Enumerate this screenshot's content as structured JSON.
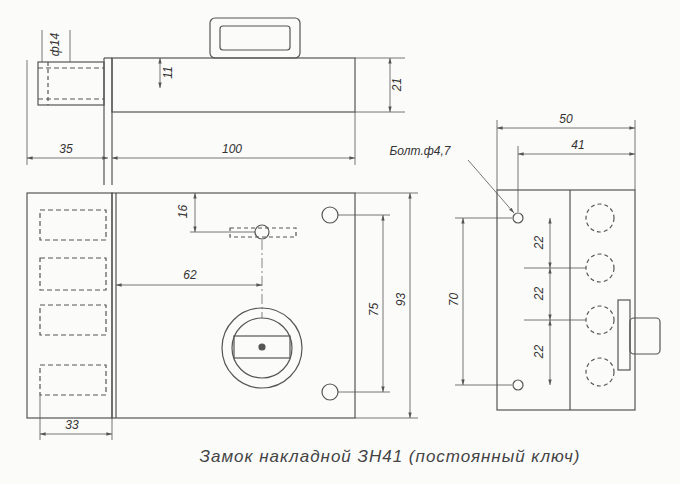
{
  "diagram": {
    "caption": "Замок накладной ЗН41 (постоянный ключ)",
    "labels": [
      "ф14",
      "11",
      "21",
      "35",
      "100",
      "16",
      "62",
      "75",
      "93",
      "Болт.ф4,7",
      "50",
      "41",
      "70",
      "22",
      "22",
      "22",
      "33"
    ]
  }
}
